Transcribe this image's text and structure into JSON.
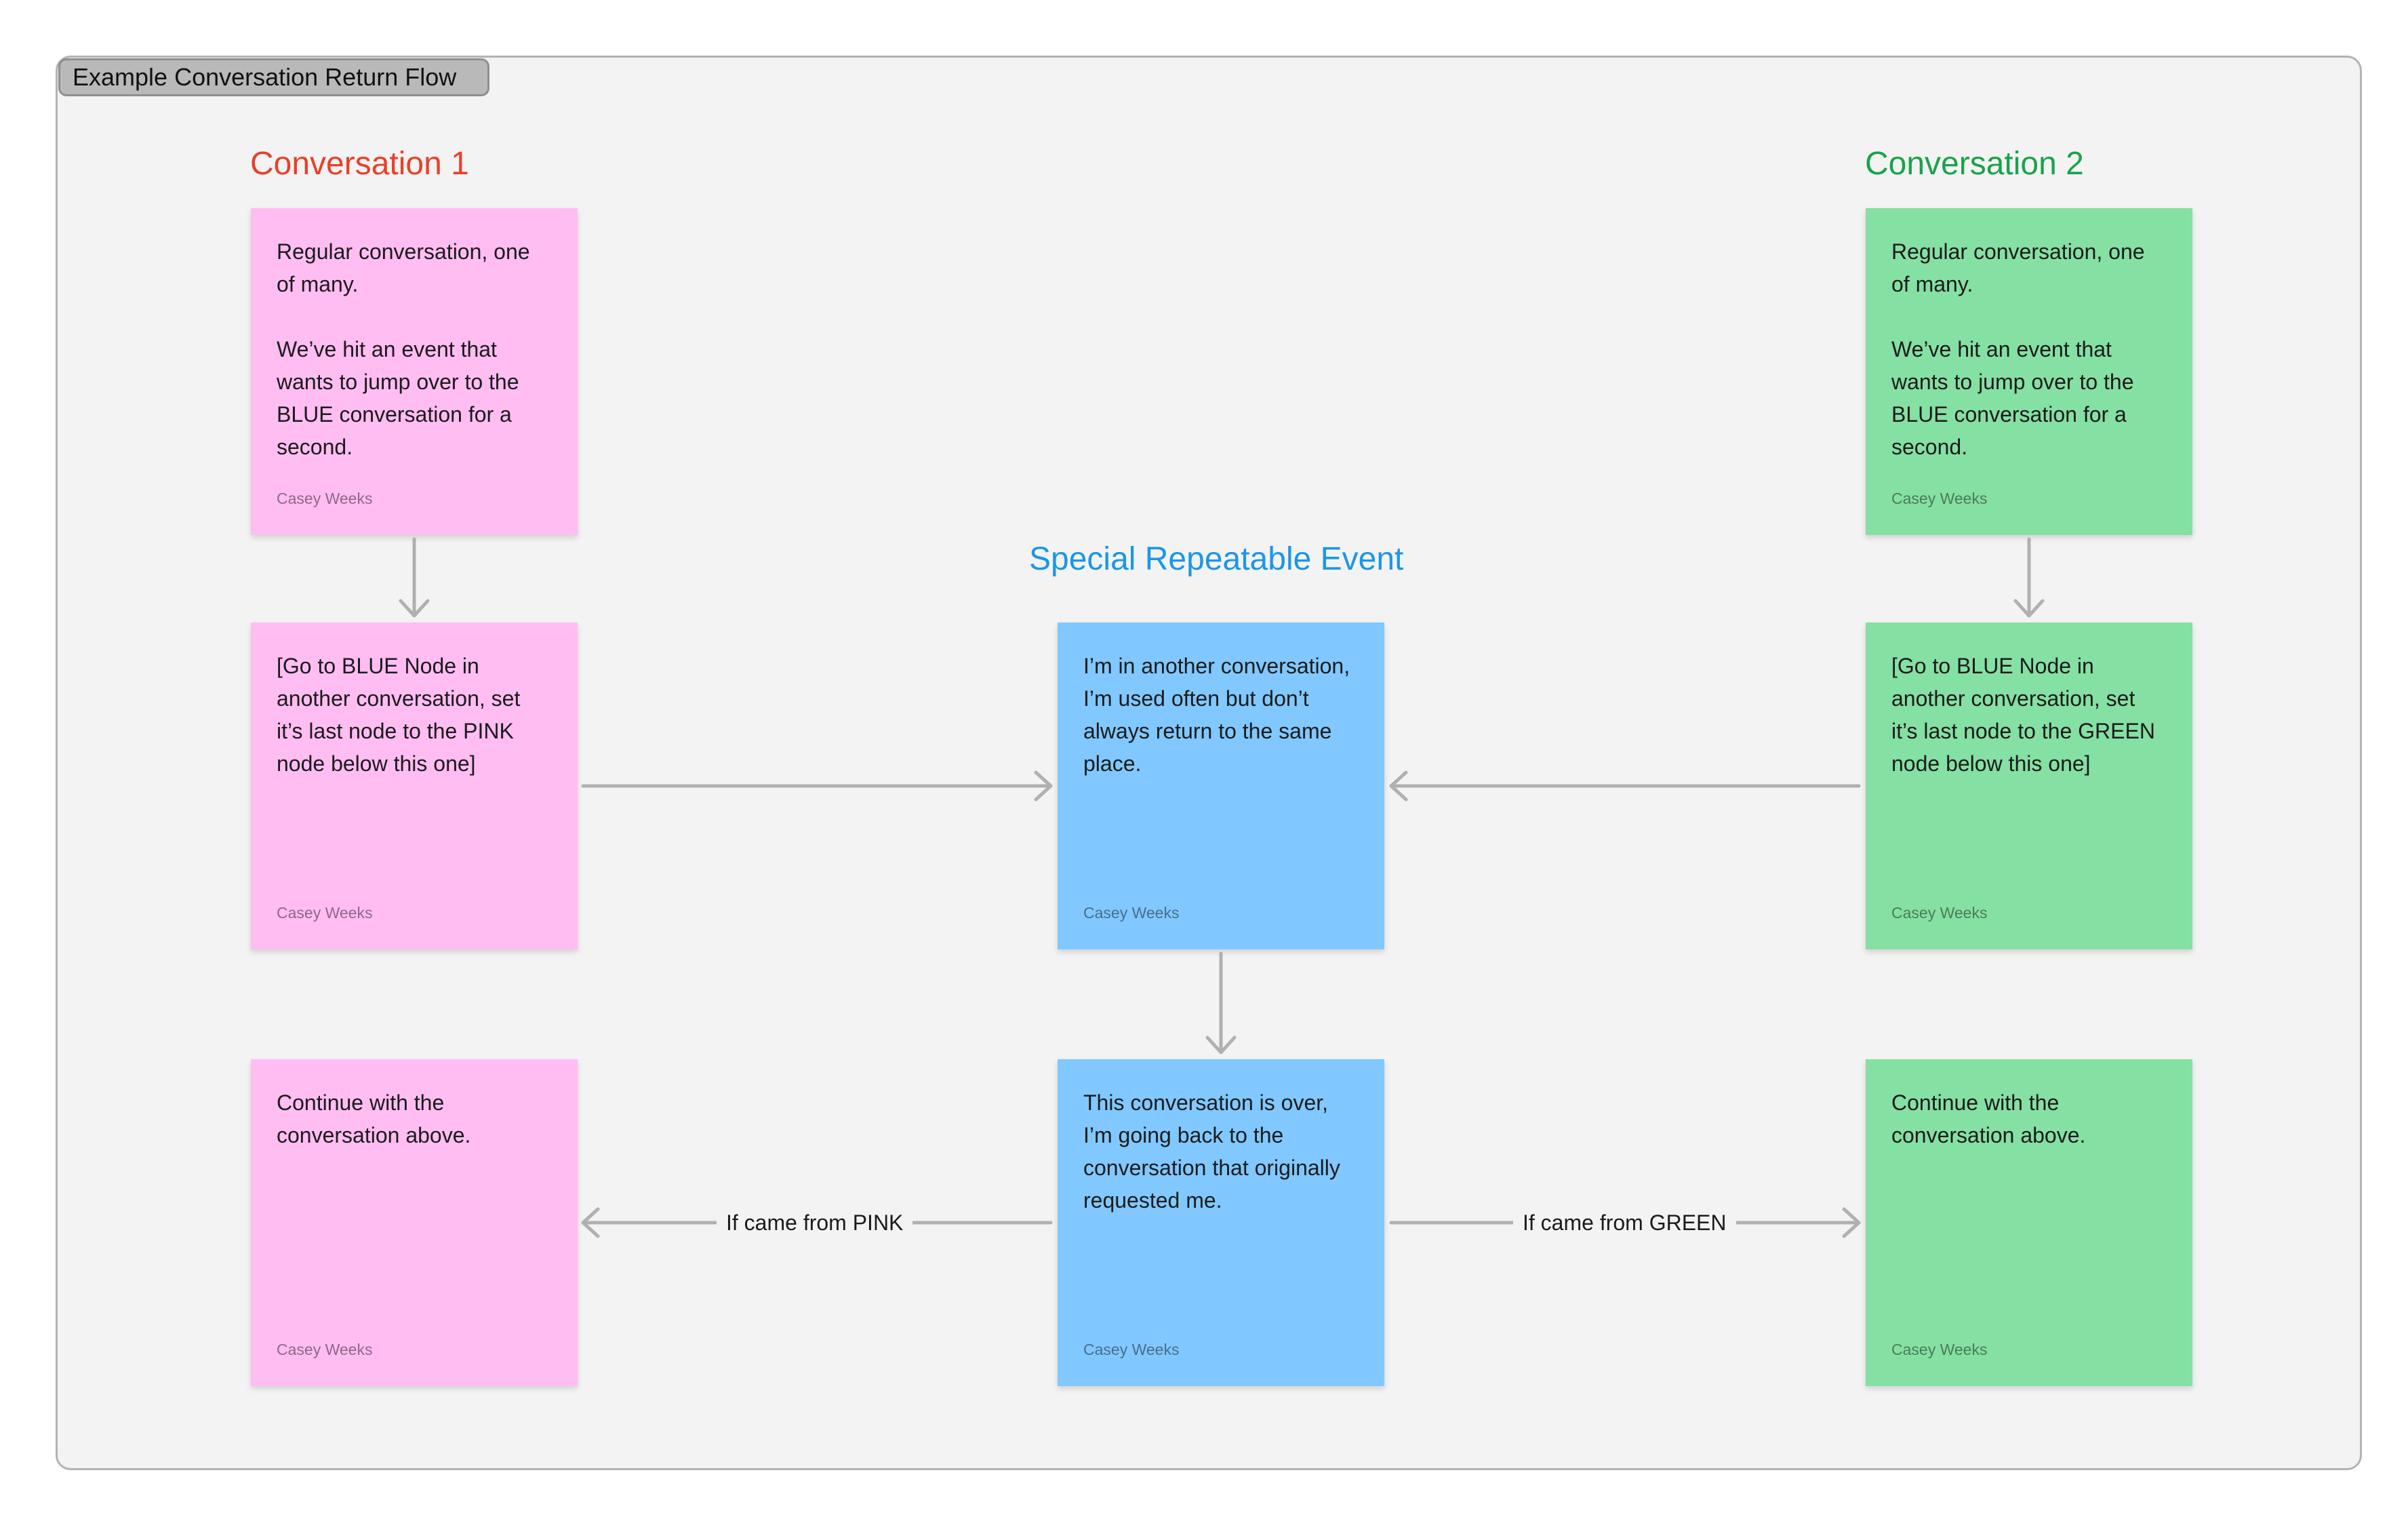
{
  "section": {
    "title": "Example Conversation Return Flow"
  },
  "headings": {
    "conversation1": "Conversation 1",
    "conversation2": "Conversation 2",
    "special": "Special Repeatable Event"
  },
  "colors": {
    "pink": "#ffbdf2",
    "green": "#85e0a3",
    "blue": "#80c8ff",
    "connector": "#b0b0b0"
  },
  "notes": {
    "pink_top": {
      "text": "Regular conversation, one of many.\n\nWe’ve hit an event that wants to jump over to the BLUE conversation for a second.",
      "author": "Casey Weeks"
    },
    "pink_mid": {
      "text": "[Go to BLUE Node in another conversation, set it’s last node to the PINK node below this one]",
      "author": "Casey Weeks"
    },
    "pink_bottom": {
      "text": "Continue with the conversation above.",
      "author": "Casey Weeks"
    },
    "blue_mid": {
      "text": "I’m in another conversation, I’m used often but don’t always return to the same place.",
      "author": "Casey Weeks"
    },
    "blue_bottom": {
      "text": "This conversation is over, I’m going back to the conversation that originally requested me.",
      "author": "Casey Weeks"
    },
    "green_top": {
      "text": "Regular conversation, one of many.\n\nWe’ve hit an event that wants to jump over to the BLUE conversation for a second.",
      "author": "Casey Weeks"
    },
    "green_mid": {
      "text": "[Go to BLUE Node in another conversation, set it’s last node to the GREEN node below this one]",
      "author": "Casey Weeks"
    },
    "green_bottom": {
      "text": "Continue with the conversation above.",
      "author": "Casey Weeks"
    }
  },
  "connector_labels": {
    "to_pink": "If came from PINK",
    "to_green": "If came from GREEN"
  }
}
